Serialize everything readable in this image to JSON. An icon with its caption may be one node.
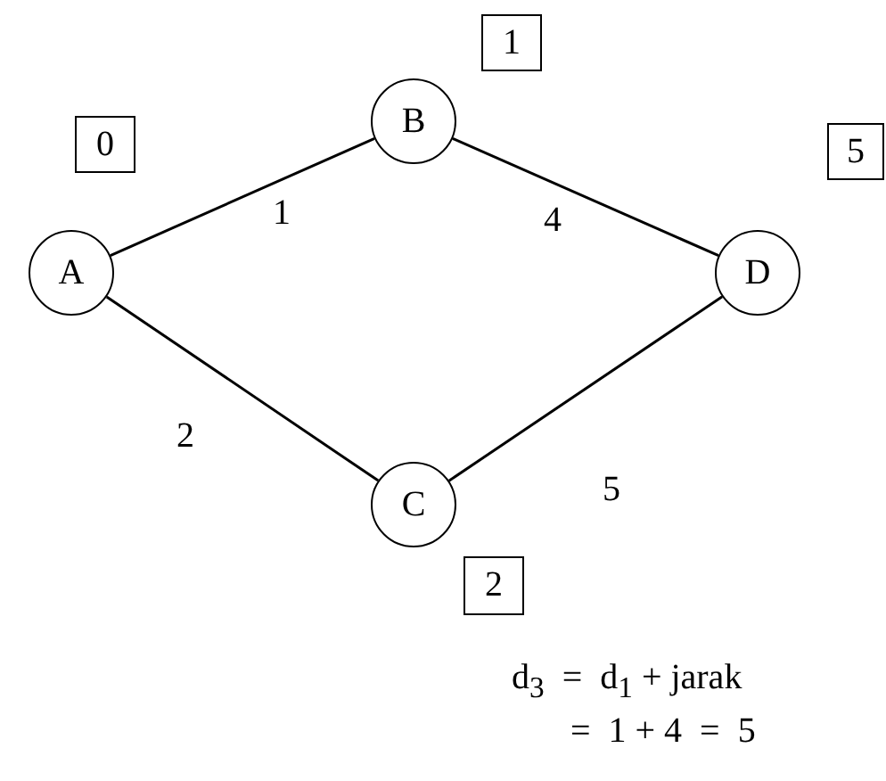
{
  "diagram": {
    "nodes": [
      {
        "text": [
          "A"
        ]
      },
      {
        "text": [
          "B"
        ]
      },
      {
        "text": [
          "C"
        ]
      },
      {
        "text": [
          "D"
        ]
      },
      {
        "text": [
          "0"
        ]
      },
      {
        "text": [
          "1"
        ]
      },
      {
        "text": [
          "2"
        ]
      },
      {
        "text": [
          "5"
        ]
      }
    ],
    "edges": [
      {
        "from": 0,
        "to": 1,
        "arrow": "none",
        "label": "1"
      },
      {
        "from": 1,
        "to": 3,
        "arrow": "none",
        "label": "4"
      },
      {
        "from": 0,
        "to": 2,
        "arrow": "none",
        "label": "2"
      },
      {
        "from": 2,
        "to": 3,
        "arrow": "none",
        "label": "5"
      }
    ],
    "labels": [
      "d$_{3}$  =  d$_{1}$ + jarak",
      "=  1 + 4  =  5"
    ]
  }
}
